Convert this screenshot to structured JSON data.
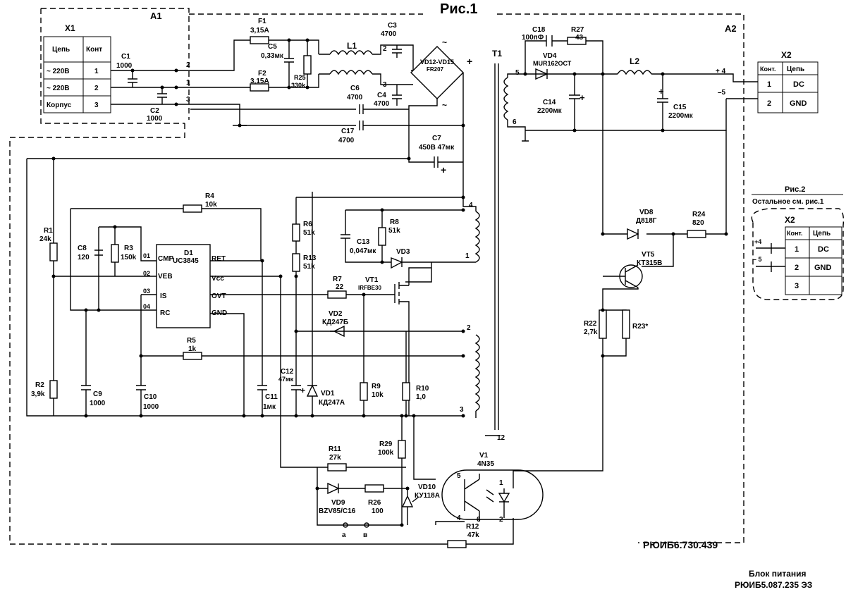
{
  "title": "Рис.1",
  "blocks": {
    "a1": "А1",
    "a2": "А2"
  },
  "x1": {
    "label": "X1",
    "headers": [
      "Цепь",
      "Конт"
    ],
    "rows": [
      [
        "~ 220В",
        "1"
      ],
      [
        "~ 220В",
        "2"
      ],
      [
        "Корпус",
        "3"
      ]
    ]
  },
  "x2": {
    "label": "X2",
    "headers": [
      "Конт.",
      "Цепь"
    ],
    "rows": [
      [
        "1",
        "DC"
      ],
      [
        "2",
        "GND"
      ]
    ]
  },
  "fig2": {
    "title": "Рис.2",
    "subtitle": "Остальное см. рис.1",
    "x2_label": "X2",
    "headers": [
      "Конт.",
      "Цепь"
    ],
    "rows": [
      [
        "1",
        "DC"
      ],
      [
        "2",
        "GND"
      ],
      [
        "3",
        ""
      ]
    ],
    "pins": [
      "+4",
      "– 5"
    ]
  },
  "ic": {
    "name": "D1",
    "part": "UC3845",
    "left_pins": [
      "01",
      "02",
      "03",
      "04"
    ],
    "left_names": [
      "CMP",
      "VEB",
      "IS",
      "RC"
    ],
    "right_names": [
      "RET",
      "Vcc",
      "OVT",
      "GND"
    ]
  },
  "components": {
    "F1": "F1",
    "F1v": "3,15А",
    "F2": "F2",
    "F2v": "3,15А",
    "C1": "C1",
    "C1v": "1000",
    "C2": "C2",
    "C2v": "1000",
    "C3": "C3",
    "C3v": "4700",
    "C4": "C4",
    "C4v": "4700",
    "C5": "C5",
    "C5v": "0,33мк",
    "C6": "C6",
    "C6v": "4700",
    "C7": "C7",
    "C7v": "450В 47мк",
    "C17": "C17",
    "C17v": "4700",
    "R25": "R25",
    "R25v": "330k",
    "L1": "L1",
    "VD12": "VD12-VD15",
    "VD12v": "FR207",
    "T1": "T1",
    "C18": "C18",
    "C18v": "100пФ",
    "R27": "R27",
    "R27v": "43",
    "VD4": "VD4",
    "VD4v": "MUR162ОСТ",
    "C14": "C14",
    "C14v": "2200мк",
    "L2": "L2",
    "C15": "C15",
    "C15v": "2200мк",
    "R1": "R1",
    "R1v": "24k",
    "R2": "R2",
    "R2v": "3,9k",
    "R3": "R3",
    "R3v": "150k",
    "R4": "R4",
    "R4v": "10k",
    "R5": "R5",
    "R5v": "1k",
    "R6": "R6",
    "R6v": "51k",
    "R7": "R7",
    "R7v": "22",
    "R8": "R8",
    "R8v": "51k",
    "R9": "R9",
    "R9v": "10k",
    "R10": "R10",
    "R10v": "1,0",
    "R11": "R11",
    "R11v": "27k",
    "R12": "R12",
    "R12v": "47k",
    "R13": "R13",
    "R13v": "51k",
    "R22": "R22",
    "R22v": "2,7k",
    "R23": "R23*",
    "R24": "R24",
    "R24v": "820",
    "R26": "R26",
    "R26v": "100",
    "R29": "R29",
    "R29v": "100k",
    "C8": "C8",
    "C8v": "120",
    "C9": "C9",
    "C9v": "1000",
    "C10": "C10",
    "C10v": "1000",
    "C11": "C11",
    "C11v": "1мк",
    "C12": "C12",
    "C12v": "47мк",
    "C13": "C13",
    "C13v": "0,047мк",
    "VD1": "VD1",
    "VD1v": "КД247А",
    "VD2": "VD2",
    "VD2v": "КД247Б",
    "VD3": "VD3",
    "VD8": "VD8",
    "VD8v": "Д818Г",
    "VD9": "VD9",
    "VD9v": "BZV85/C16",
    "VD10": "VD10",
    "VD10v": "КУ118А",
    "VT1": "VT1",
    "VT1v": "IRFBE30",
    "VT5": "VT5",
    "VT5v": "КТ315В",
    "V1": "V1",
    "V1v": "4N35"
  },
  "nodes": [
    "2",
    "1",
    "3",
    "2",
    "3",
    "5",
    "6",
    "+ 4",
    "–5",
    "4",
    "1",
    "2",
    "3",
    "12",
    "5",
    "4",
    "6",
    "1",
    "2",
    "а",
    "в"
  ],
  "signs": {
    "plus": "+",
    "tilde": "~"
  },
  "doc_code": "РЮИБ6.730.439",
  "footer": {
    "line1": "Блок питания",
    "line2": "РЮИБ5.087.235 ЭЗ"
  }
}
